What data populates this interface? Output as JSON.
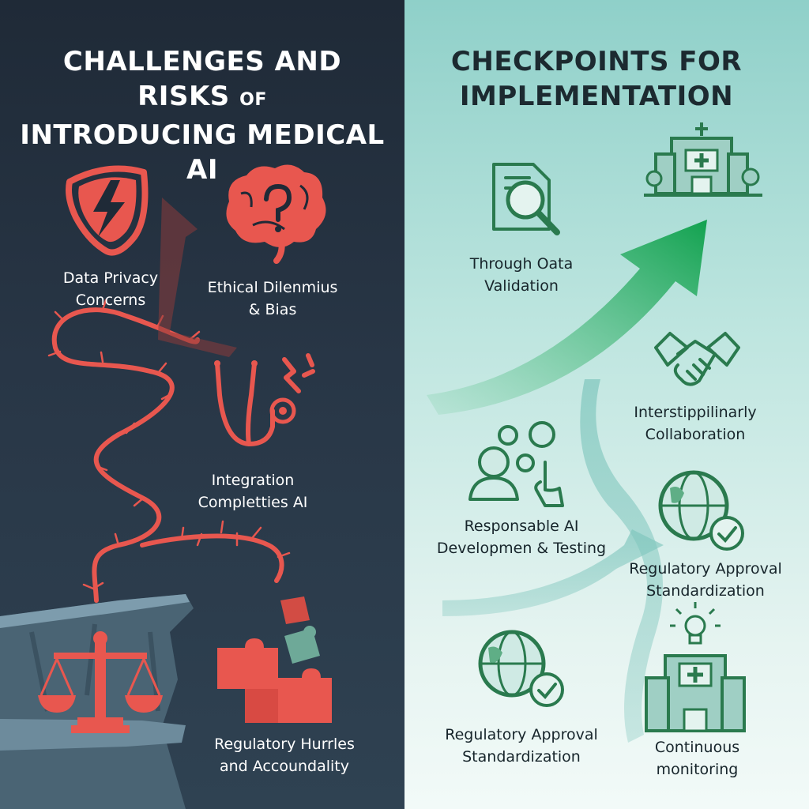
{
  "left_panel": {
    "title_main_line1": "CHALLENGES AND RISKS",
    "title_of": "OF",
    "title_main_line2": "INTRODUCING MEDICAL AI",
    "items": [
      {
        "line1": "Data Privacy",
        "line2": "Concerns",
        "icon": "shield-lightning-icon"
      },
      {
        "line1": "Ethical Dilenmius",
        "line2": "& Bias",
        "icon": "brain-question-icon"
      },
      {
        "line1": "Integration",
        "line2": "Completties AI",
        "icon": "stethoscope-icon"
      },
      {
        "line1": "Regulatory Hurrles",
        "line2": "and Accoundality",
        "icon": "puzzle-pieces-icon"
      }
    ]
  },
  "right_panel": {
    "title_line1": "CHECKPOINTS FOR",
    "title_line2": "IMPLEMENTATION",
    "items": [
      {
        "line1": "Through Oata",
        "line2": "Validation",
        "icon": "document-magnifier-icon"
      },
      {
        "line1": "Interstippilinarly",
        "line2": "Collaboration",
        "icon": "handshake-icon"
      },
      {
        "line1": "Responsable AI",
        "line2": "Developmen & Testing",
        "icon": "person-gears-icon"
      },
      {
        "line1": "Regulatory Approval",
        "line2": "Standardization",
        "icon": "globe-check-icon"
      },
      {
        "line1": "Regulatory Approval",
        "line2": "Standardization",
        "icon": "globe-check-icon"
      },
      {
        "line1": "Continuous",
        "line2": "monitoring",
        "icon": "hospital-lightbulb-icon"
      }
    ]
  },
  "colors": {
    "left_bg": "#1f2a37",
    "right_bg": "#bde5df",
    "risk_red": "#e8574f",
    "check_green": "#2a7a4e",
    "arrow_green": "#1fa85a"
  }
}
